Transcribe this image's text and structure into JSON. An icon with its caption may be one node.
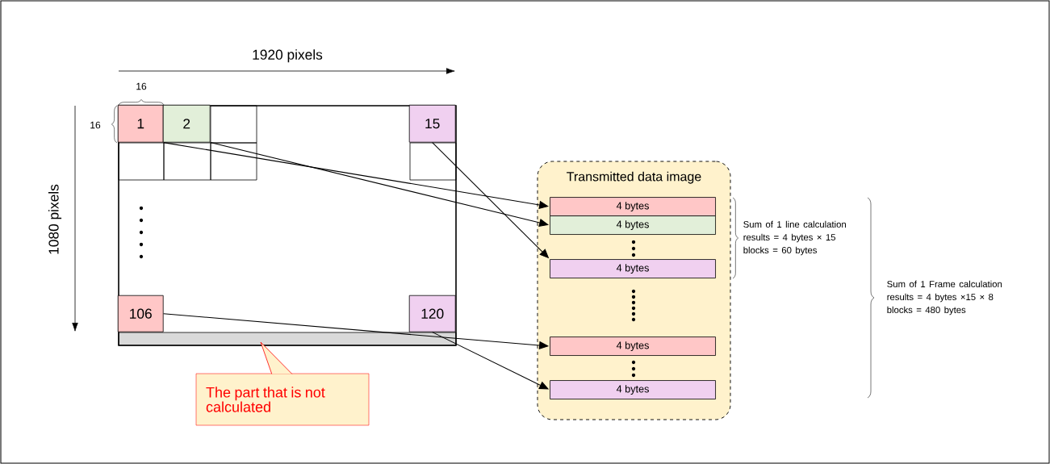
{
  "diagram": {
    "nodes": [
      {
        "text": [],
        "shape": "box"
      },
      {
        "text": [
          "1"
        ],
        "in": 0
      },
      {
        "text": [
          "2"
        ],
        "in": 0
      },
      {
        "text": [
          "15"
        ],
        "in": 0
      },
      {
        "text": [
          "106"
        ],
        "in": 0
      },
      {
        "text": [
          "120"
        ],
        "in": 0
      },
      {
        "text": [
          "The part that is not calculated"
        ]
      },
      {
        "text": [
          "Transmitted data image"
        ]
      },
      {
        "text": [
          "4 bytes"
        ],
        "in": 7
      },
      {
        "text": [
          "4 bytes"
        ],
        "in": 7
      },
      {
        "text": [
          "4 bytes"
        ],
        "in": 7
      },
      {
        "text": [
          "4 bytes"
        ],
        "in": 7
      },
      {
        "text": [
          "4 bytes"
        ],
        "in": 7
      }
    ],
    "edges": [
      {
        "from": 1,
        "to": 8,
        "arrow": "to"
      },
      {
        "from": 2,
        "to": 9,
        "arrow": "to"
      },
      {
        "from": 3,
        "to": 10,
        "arrow": "to"
      },
      {
        "from": 4,
        "to": 11,
        "arrow": "to"
      },
      {
        "from": 5,
        "to": 12,
        "arrow": "to"
      }
    ],
    "labels": [
      "1920 pixels",
      "16",
      "16",
      "1080 pixels",
      "Sum of 1 line calculation results = 4 bytes × 15 blocks = 60 bytes",
      "Sum of 1 Frame calculation results = 4 bytes ×15 × 8 blocks = 480 bytes"
    ]
  }
}
